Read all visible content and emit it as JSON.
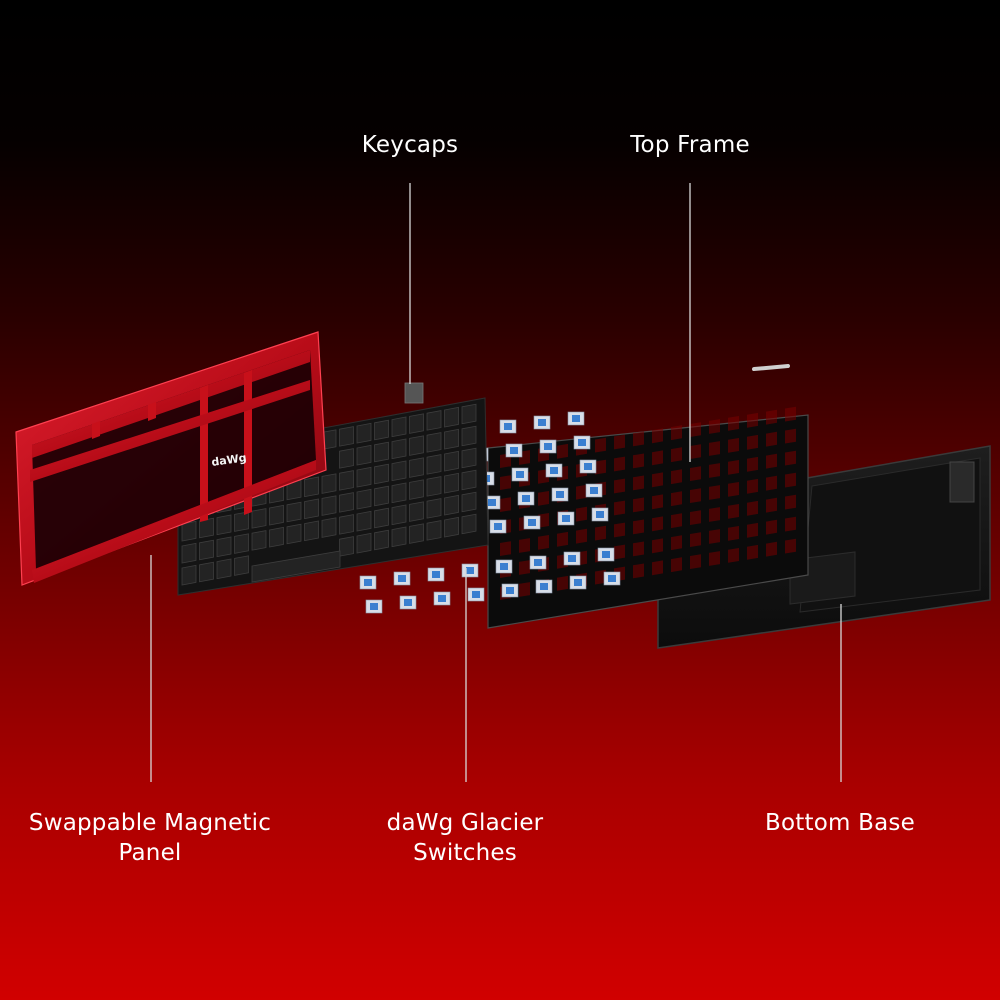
{
  "labels": {
    "keycaps": "Keycaps",
    "top_frame": "Top Frame",
    "magnetic_panel_line1": "Swappable Magnetic",
    "magnetic_panel_line2": "Panel",
    "switches_line1": "daWg Glacier",
    "switches_line2": "Switches",
    "bottom_base": "Bottom Base"
  },
  "logo_text": "daWg",
  "colors": {
    "panel_red": "#c8101a",
    "keycap_dark": "#222222",
    "switch_blue": "#3a7fd0",
    "plate_black": "#0b0b0b",
    "base_black": "#161616",
    "leader_line": "#d8d8d8"
  }
}
